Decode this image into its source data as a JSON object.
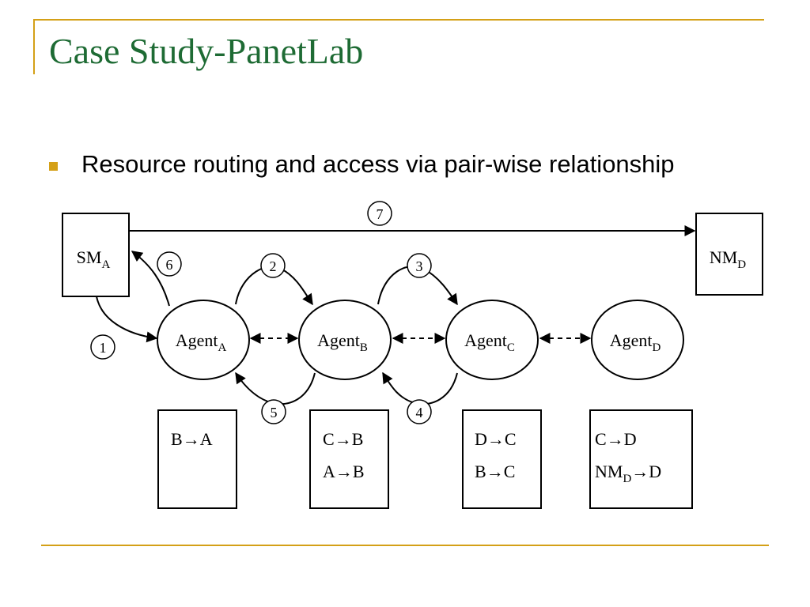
{
  "slide": {
    "title": "Case Study-PanetLab",
    "bullet": "Resource routing and access via pair-wise relationship"
  },
  "diagram": {
    "nodes": {
      "sm": {
        "base": "SM",
        "sub": "A"
      },
      "nm": {
        "base": "NM",
        "sub": "D"
      },
      "agents": [
        {
          "base": "Agent",
          "sub": "A"
        },
        {
          "base": "Agent",
          "sub": "B"
        },
        {
          "base": "Agent",
          "sub": "C"
        },
        {
          "base": "Agent",
          "sub": "D"
        }
      ]
    },
    "steps": [
      "1",
      "2",
      "3",
      "4",
      "5",
      "6",
      "7"
    ],
    "tables": [
      {
        "lines": [
          [
            "B",
            "A"
          ]
        ]
      },
      {
        "lines": [
          [
            "C",
            "B"
          ],
          [
            "A",
            "B"
          ]
        ]
      },
      {
        "lines": [
          [
            "D",
            "C"
          ],
          [
            "B",
            "C"
          ]
        ]
      },
      {
        "lines": [
          [
            "C",
            "D"
          ],
          [
            "NMD",
            "D"
          ]
        ]
      }
    ],
    "arrow_glyph": "→",
    "nm_sub": "D"
  },
  "colors": {
    "accent": "#D4A017",
    "title": "#1E6B34",
    "ink": "#000000"
  }
}
